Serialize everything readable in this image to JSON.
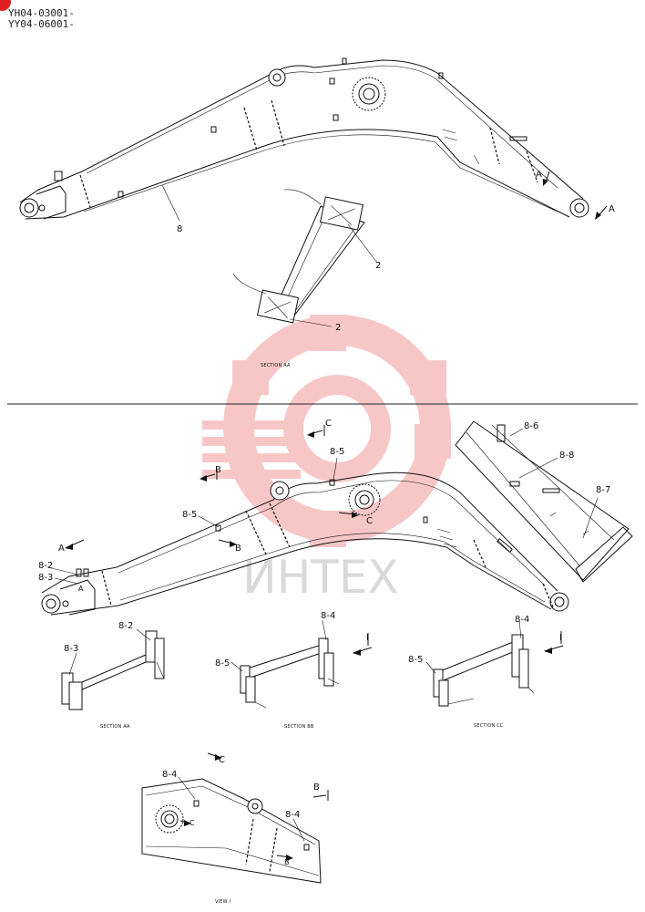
{
  "header": {
    "line1": "YH04-03001-",
    "line2": "YY04-06001-"
  },
  "watermark": {
    "text": "ИНТЕХ",
    "color": "#f4a6a6"
  },
  "top_view": {
    "part_label": "8",
    "section_arrow_1": "A",
    "section_arrow_2": "A",
    "section_aa": {
      "caption": "SECTION AA",
      "label_upper": "2",
      "label_lower": "2"
    }
  },
  "bottom_view": {
    "labels": {
      "l86": "8-6",
      "l88": "8-8",
      "l87": "8-7",
      "l85_top": "8-5",
      "l85_left": "8-5",
      "l82": "8-2",
      "l83": "8-3"
    },
    "arrows": {
      "c_top": "C",
      "b_left": "B",
      "a_left": "A",
      "b_mid": "B",
      "c_mid": "C",
      "a_small": "A"
    },
    "section_aa": {
      "caption": "SECTION AA",
      "l82": "8-2",
      "l83": "8-3"
    },
    "section_bb": {
      "caption": "SECTION BB",
      "l84": "8-4",
      "l85": "8-5",
      "marker": "I"
    },
    "section_cc": {
      "caption": "SECTION CC",
      "l84": "8-4",
      "l85": "8-5",
      "marker": "I"
    },
    "view_i": {
      "caption": "VIEW I",
      "l84_a": "8-4",
      "l84_b": "8-4",
      "arrow_c": "C",
      "arrow_b": "B",
      "mark_c": "C",
      "mark_b": "B"
    }
  }
}
